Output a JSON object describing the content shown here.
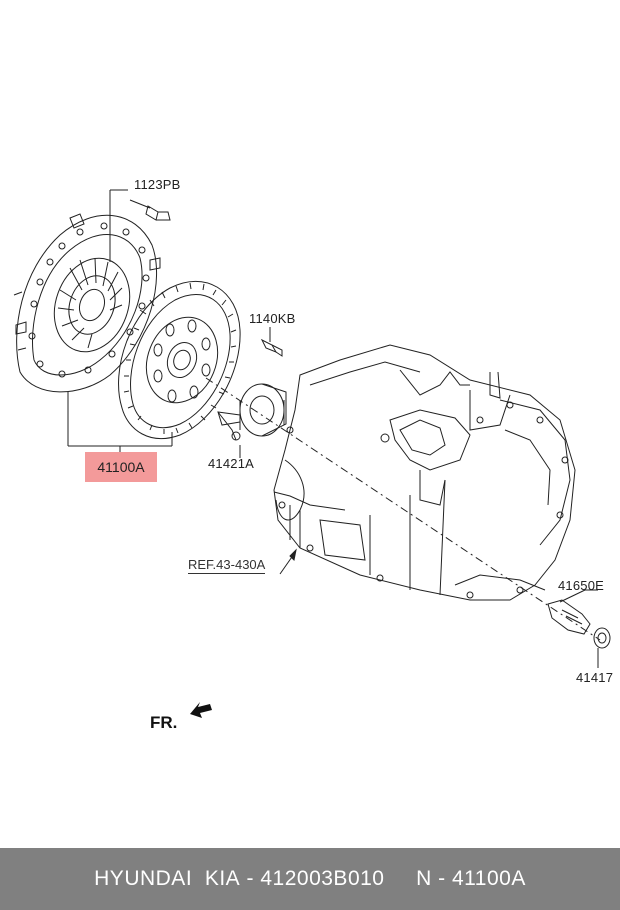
{
  "labels": {
    "bolt_top": "1123PB",
    "bolt_mid": "1140KB",
    "clutch_assy": "41100A",
    "release_bearing": "41421A",
    "reference": "REF.43-430A",
    "sensor": "41650E",
    "seal": "41417",
    "front": "FR."
  },
  "footer": {
    "brand": "HYUNDAI",
    "brand2": "KIA",
    "separator1": " - ",
    "part_number": "412003B010",
    "gap": "     ",
    "n_prefix": "N - ",
    "n_code": "41100A"
  },
  "colors": {
    "highlight": "#f39a9a",
    "footer_bg": "#808080",
    "line": "#222222"
  }
}
